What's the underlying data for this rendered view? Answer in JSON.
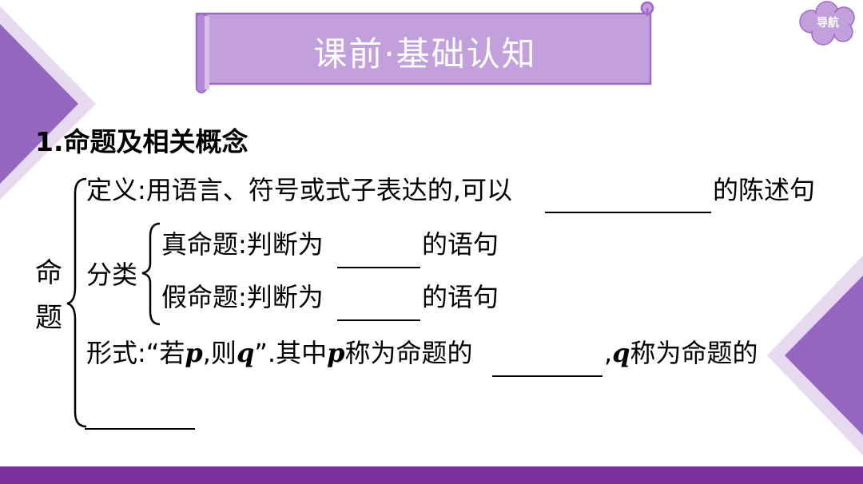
{
  "header": {
    "title": "课前·基础认知",
    "nav_label": "导航"
  },
  "section": {
    "heading": "1.命题及相关概念",
    "term_chars": [
      "命",
      "题"
    ],
    "definition": {
      "prefix": "定义:用语言、符号或式子表达的,可以",
      "suffix": "的陈述句"
    },
    "classification_label": "分类",
    "true_prop": {
      "prefix": "真命题:判断为",
      "suffix": "的语句"
    },
    "false_prop": {
      "prefix": "假命题:判断为",
      "suffix": "的语句"
    },
    "form": {
      "part1": "形式:“若",
      "p": "p",
      "part2": ",则",
      "q": "q",
      "part3": "”.其中",
      "part4": "称为命题的",
      "part5": "称为命题的"
    }
  },
  "colors": {
    "banner_fill": "#c2a0dc",
    "banner_border": "#a066c8",
    "accent_dark": "#9566c0",
    "accent_light": "#e6d9f0",
    "bottom_bar": "#7d2fa0"
  }
}
